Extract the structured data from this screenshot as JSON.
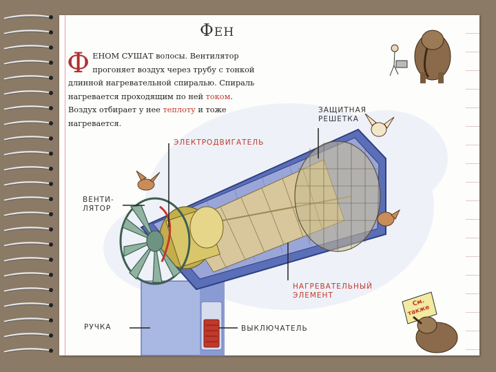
{
  "page": {
    "title": "Фен"
  },
  "intro": {
    "drop_cap": "Ф",
    "text_1": "ЕНОМ СУШАТ волосы. Вентилятор прогоняет воздух через трубу с тонкой длинной нагревательной спиралью. Спираль нагревается проходящим по ней ",
    "highlight_1": "током",
    "text_2": ". Воздух отбирает у нее ",
    "highlight_2": "теплоту",
    "text_3": " и тоже нагревается."
  },
  "labels": {
    "grille_1": "Защитная",
    "grille_2": "решетка",
    "motor": "Электродвигатель",
    "fan_1": "Венти-",
    "fan_2": "лятор",
    "heater_1": "Нагревательный",
    "heater_2": "элемент",
    "handle": "Ручка",
    "switch": "Выключатель",
    "see_also_1": "См.",
    "see_also_2": "также"
  },
  "colors": {
    "tube_blue": "#5b6fb8",
    "tube_inner": "#9aa6d8",
    "heater": "#d8c79c",
    "motor": "#d9c66a",
    "fan": "#8fb3a0",
    "switch": "#c0392b",
    "label_red": "#c0392b"
  },
  "icons": [
    "spiral-binding-icon",
    "mammoth-icon",
    "man-with-wheelbarrow-icon",
    "bird-icon",
    "see-also-sign-icon"
  ]
}
